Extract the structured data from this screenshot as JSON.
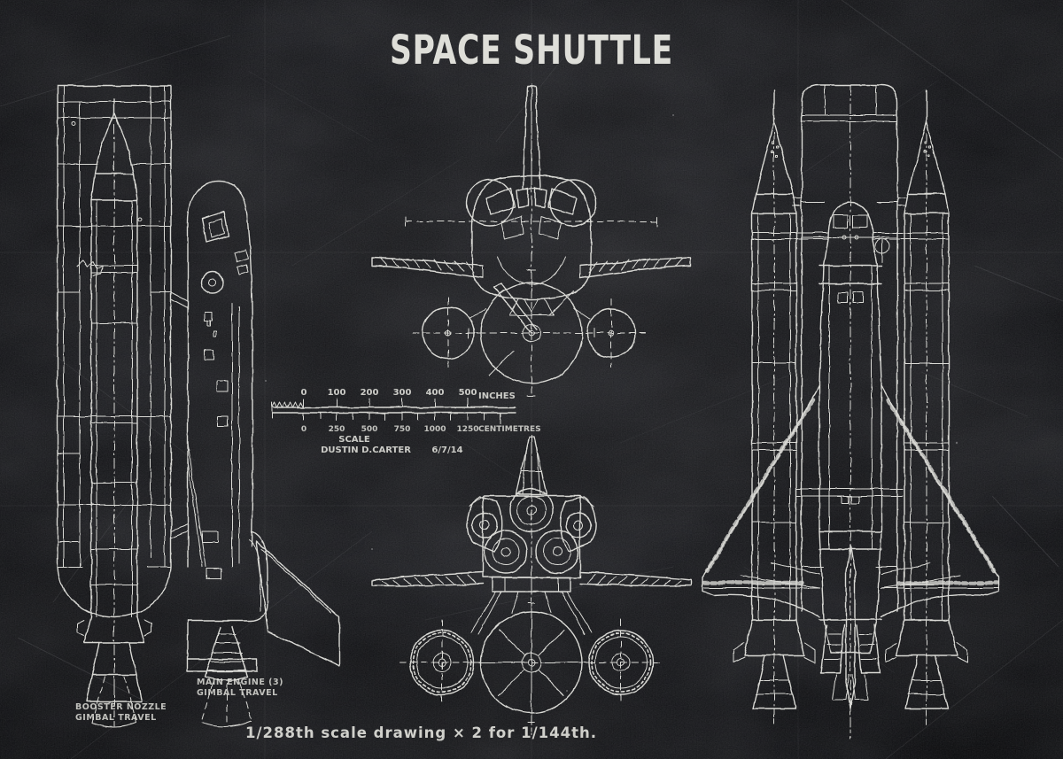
{
  "poster": {
    "title": "SPACE SHUTTLE",
    "background_color": "#141518",
    "ink_color": "#e9e9e4"
  },
  "scale_bar": {
    "label": "SCALE",
    "author": "DUSTIN D.CARTER",
    "date": "6/7/14",
    "inches": {
      "unit": "INCHES",
      "labels": [
        "0",
        "100",
        "200",
        "300",
        "400",
        "500"
      ]
    },
    "centimetres": {
      "unit": "CENTIMETRES",
      "labels": [
        "0",
        "250",
        "500",
        "750",
        "1000",
        "1250"
      ]
    }
  },
  "annotations": {
    "booster_nozzle": {
      "line1": "BOOSTER NOZZLE",
      "line2": "GIMBAL TRAVEL"
    },
    "main_engine": {
      "line1": "MAIN ENGINE (3)",
      "line2": "GIMBAL TRAVEL"
    },
    "footer": "1/288th scale drawing × 2 for 1/144th."
  }
}
